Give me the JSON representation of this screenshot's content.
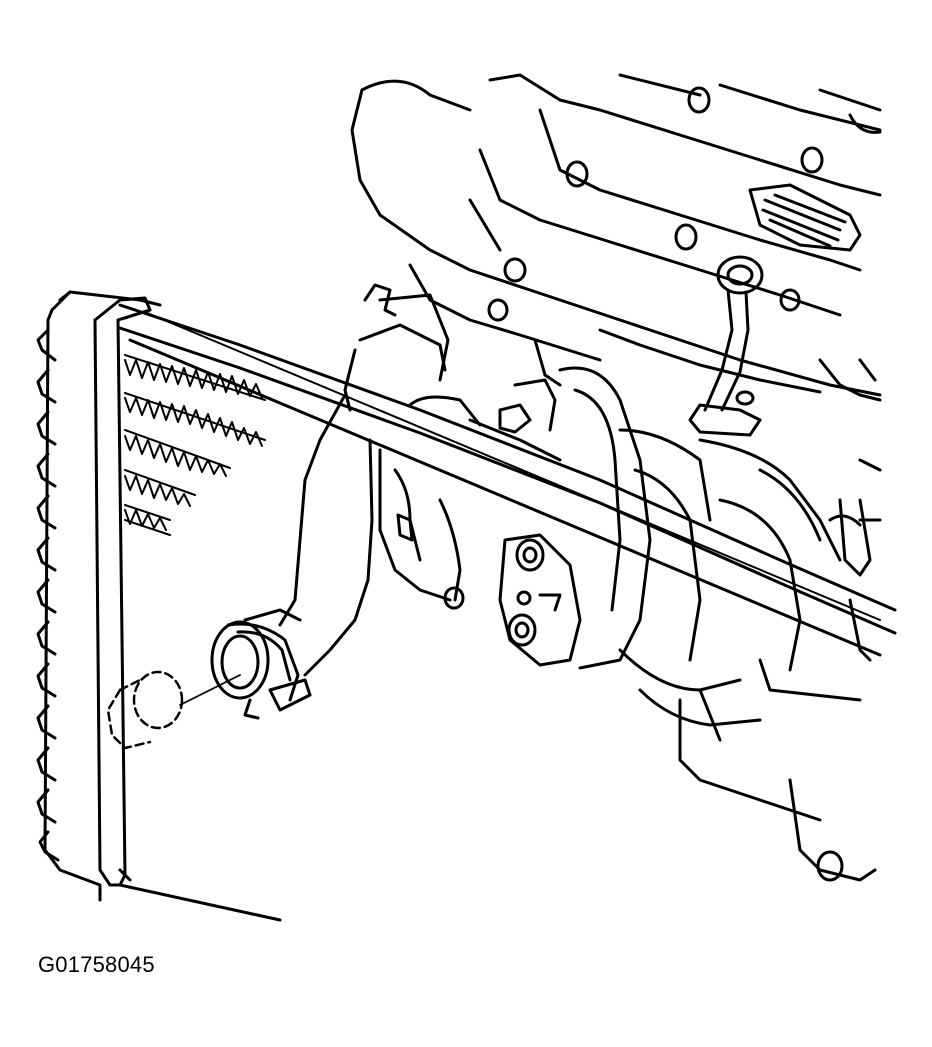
{
  "figure": {
    "code": "G01758045",
    "ink_color": "#000000",
    "background_color": "#ffffff",
    "parts": [
      "radiator",
      "upper-radiator-hose",
      "hose-clamp",
      "radiator-cap-plug",
      "engine-block",
      "valve-cover",
      "oil-dipstick-tube",
      "ac-compressor",
      "crossmember-bar"
    ]
  }
}
